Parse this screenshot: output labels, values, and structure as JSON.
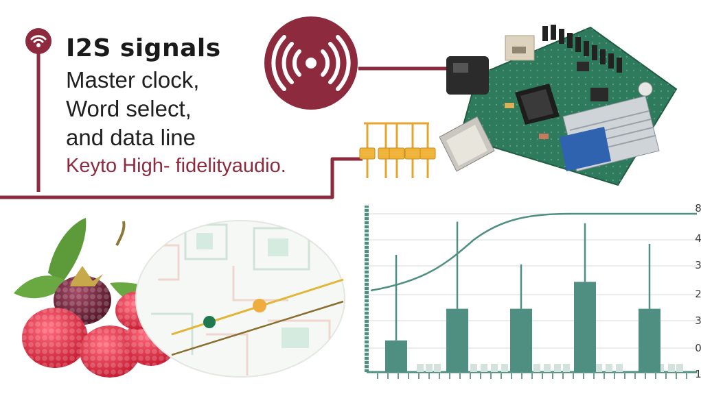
{
  "colors": {
    "accent": "#8e2a3e",
    "teal": "#4f8f82",
    "pcb": "#2e7a5c",
    "pin_gold": "#e5a52e"
  },
  "header": {
    "icon": "wifi-signal-icon",
    "title": "I2S signals"
  },
  "body_lines": [
    "Master clock,",
    "Word select,",
    "and data line"
  ],
  "tagline": "Keyto High- fidelityaudio.",
  "broadcast_badge": {
    "icon": "broadcast-icon"
  },
  "chart_data": {
    "type": "bar",
    "y_tick_labels": [
      "8",
      "4",
      "3",
      "2",
      "3",
      "0",
      "1"
    ],
    "bars_relative_height": [
      0.2,
      0.4,
      0.4,
      0.57,
      0.4
    ],
    "whiskers_relative_top": [
      0.74,
      0.95,
      0.68,
      0.94,
      0.81
    ],
    "has_curve": true,
    "grid": true
  }
}
